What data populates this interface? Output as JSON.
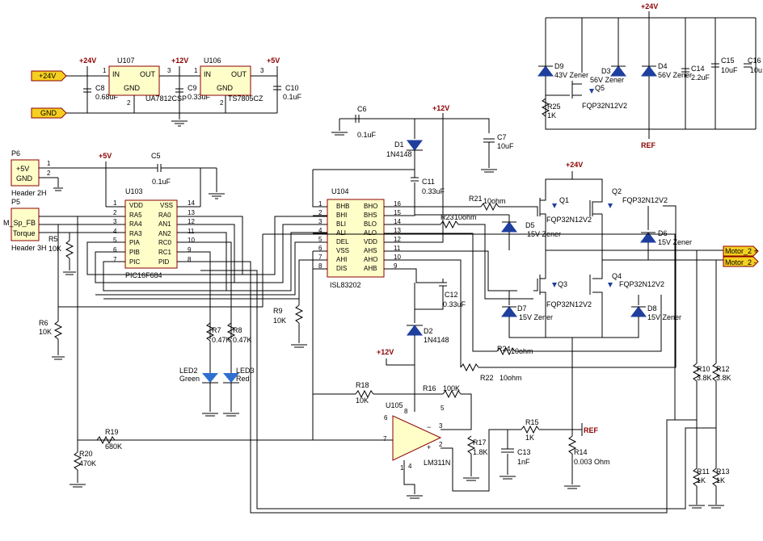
{
  "power_labels": {
    "v24": "+24V",
    "gnd": "GND"
  },
  "rails": {
    "p24": "+24V",
    "p12": "+12V",
    "p5": "+5V",
    "ref": "REF"
  },
  "regulators": [
    {
      "ref": "U107",
      "in": "IN",
      "out": "OUT",
      "gnd": "GND",
      "part": "UA7812CSP",
      "pin1": "1",
      "pin2": "2",
      "pin3": "3"
    },
    {
      "ref": "U106",
      "in": "IN",
      "out": "OUT",
      "gnd": "GND",
      "part": "TS7805CZ",
      "pin1": "1",
      "pin2": "2",
      "pin3": "3"
    }
  ],
  "caps": {
    "C8": "C8",
    "C8v": "0.68uF",
    "C9": "C9",
    "C9v": "0.33uF",
    "C10": "C10",
    "C10v": "0.1uF",
    "C5": "C5",
    "C5v": "0.1uF",
    "C6": "C6",
    "C6v": "0.1uF",
    "C7": "C7",
    "C7v": "10uF",
    "C11": "C11",
    "C11v": "0.33uF",
    "C12": "C12",
    "C12v": "0.33uF",
    "C13": "C13",
    "C13v": "1nF",
    "C14": "C14",
    "C14v": "2.2uF",
    "C15": "C15",
    "C15v": "10uF",
    "C16": "C16",
    "C16v": "10u"
  },
  "headers": {
    "p6": "P6",
    "p6_pin1": "+5V",
    "p6_pin2": "GND",
    "p6_name": "Header 2H",
    "p5": "P5",
    "p5_pin1": "M_Sp_FB",
    "p5_pin2": "Torque",
    "p5_name": "Header 3H",
    "n1": "1",
    "n2": "2"
  },
  "mcu": {
    "ref": "U103",
    "part": "PIC16F684",
    "left_pins": [
      "VDD",
      "RA5",
      "RA4",
      "RA3",
      "PIA",
      "PIB",
      "PIC"
    ],
    "right_pins": [
      "VSS",
      "RA0",
      "AN1",
      "AN2",
      "RC0",
      "RC1",
      "PID"
    ],
    "left_nums": [
      "1",
      "2",
      "3",
      "4",
      "5",
      "6",
      "7"
    ],
    "right_nums": [
      "14",
      "13",
      "12",
      "11",
      "10",
      "9",
      "8"
    ]
  },
  "driver": {
    "ref": "U104",
    "part": "ISL83202",
    "left_pins": [
      "BHB",
      "BHI",
      "BLI",
      "ALI",
      "DEL",
      "VSS",
      "AHI",
      "DIS"
    ],
    "right_pins": [
      "BHO",
      "BHS",
      "BLO",
      "ALO",
      "VDD",
      "AHS",
      "AHO",
      "AHB"
    ],
    "left_nums": [
      "1",
      "2",
      "3",
      "4",
      "5",
      "6",
      "7",
      "8"
    ],
    "right_nums": [
      "16",
      "15",
      "14",
      "13",
      "12",
      "11",
      "10",
      "9"
    ]
  },
  "resistors": {
    "R5": "R5",
    "R5v": "10K",
    "R6": "R6",
    "R6v": "10K",
    "R7": "R7",
    "R7v": "0.47K",
    "R8": "R8",
    "R8v": "0.47K",
    "R9": "R9",
    "R9v": "10K",
    "R14": "R14",
    "R14v": "0.003 Ohm",
    "R15": "R15",
    "R15v": "1K",
    "R16": "R16",
    "R16v": "100K",
    "R17": "R17",
    "R17v": "1.8K",
    "R18": "R18",
    "R18v": "10K",
    "R19": "R19",
    "R19v": "680K",
    "R20": "R20",
    "R20v": "470K",
    "R21": "R21",
    "R21v": "10ohm",
    "R22": "R22",
    "R22v": "10ohm",
    "R23": "R23",
    "R23v": "10ohm",
    "R24": "R24",
    "R24v": "10ohm",
    "R25": "R25",
    "R25v": "1K",
    "R10": "R10",
    "R10v": "3.8K",
    "R11": "R11",
    "R11v": "1K",
    "R12": "R12",
    "R12v": "3.8K",
    "R13": "R13",
    "R13v": "1K"
  },
  "leds": {
    "led2": "LED2",
    "led2c": "Green",
    "led3": "LED3",
    "led3c": "Red"
  },
  "diodes": {
    "D1": "D1",
    "D1v": "1N4148",
    "D2": "D2",
    "D2v": "1N4148",
    "D3": "D3",
    "D3v": "56V Zener",
    "D4": "D4",
    "D4v": "56V Zener",
    "D5": "D5",
    "D5v": "15V Zener",
    "D6": "D6",
    "D6v": "15V Zener",
    "D7": "D7",
    "D7v": "15V Zener",
    "D8": "D8",
    "D8v": "15V Zener",
    "D9": "D9",
    "D9v": "43V Zener"
  },
  "mosfets": {
    "Q1": "Q1",
    "Q1v": "FQP32N12V2",
    "Q2": "Q2",
    "Q2v": "FQP32N12V2",
    "Q3": "Q3",
    "Q3v": "FQP32N12V2",
    "Q4": "Q4",
    "Q4v": "FQP32N12V2",
    "Q5": "Q5",
    "Q5v": "FQP32N12V2"
  },
  "comparator": {
    "ref": "U105",
    "part": "LM311N",
    "p1": "1",
    "p2": "2",
    "p3": "3",
    "p4": "4",
    "p5": "5",
    "p6": "6",
    "p7": "7",
    "p8": "8"
  },
  "motor": {
    "m2p": "Motor_2 +",
    "m2m": "Motor_2 -"
  },
  "colors": {
    "component_fill": "#fffdc8",
    "component_stroke": "#8b0000",
    "rail_text": "#8b0000",
    "diode": "#1f3f9f",
    "led": "#2e6fd0"
  }
}
